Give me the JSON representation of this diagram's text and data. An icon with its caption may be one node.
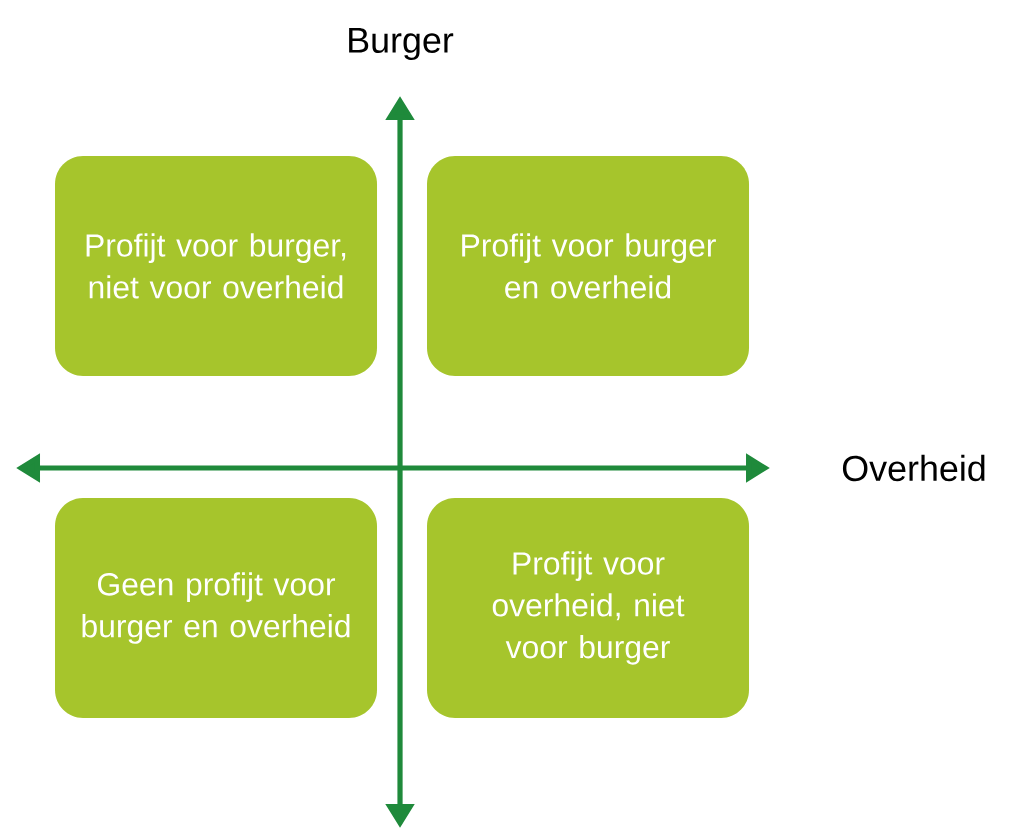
{
  "diagram": {
    "nodes": [
      {
        "text": [
          "Profijt voor burger, niet voor overheid"
        ]
      },
      {
        "text": [
          "Profijt voor burger en overheid"
        ]
      },
      {
        "text": [
          "Geen profijt voor burger en overheid"
        ]
      },
      {
        "text": [
          "Profijt voor overheid, niet voor burger"
        ]
      }
    ],
    "labels": [
      "Burger",
      "Overheid"
    ]
  }
}
